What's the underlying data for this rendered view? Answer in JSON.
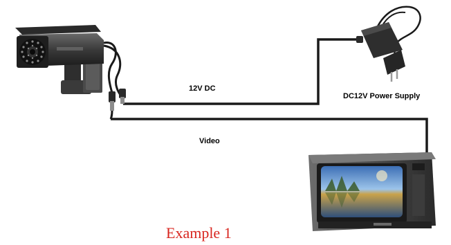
{
  "labels": {
    "dc_cable": "12V DC",
    "power_supply": "DC12V  Power Supply",
    "video_cable": "Video"
  },
  "caption": "Example  1",
  "colors": {
    "cable": "#1a1a1a",
    "caption": "#d8261f",
    "camera_body": "#3a3a3a",
    "monitor_body": "#2b2b2b"
  },
  "icons": [
    "cctv-camera-icon",
    "power-adapter-icon",
    "crt-monitor-icon"
  ]
}
